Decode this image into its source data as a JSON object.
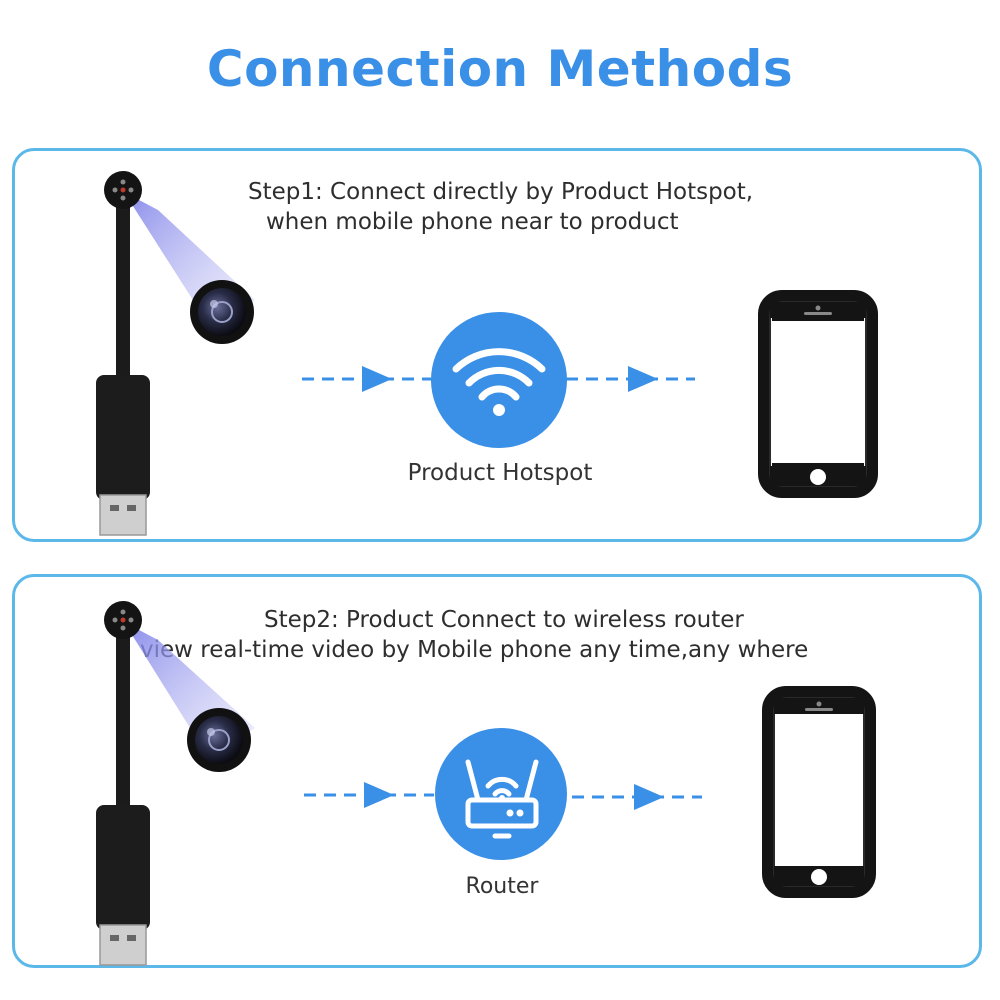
{
  "title": "Connection Methods",
  "steps": [
    {
      "line1": "Step1: Connect directly by  Product  Hotspot,",
      "line2": "when mobile phone near to product",
      "hub_label": "Product Hotspot",
      "hub_icon": "wifi-icon"
    },
    {
      "line1": "Step2: Product Connect to wireless router",
      "line2": "view real-time video by Mobile phone any time,any where",
      "hub_label": "Router",
      "hub_icon": "router-icon"
    }
  ],
  "colors": {
    "title": "#3a8fe6",
    "border": "#5bb8e8",
    "accent": "#3a8fe6",
    "dark": "#1a1a1a"
  }
}
